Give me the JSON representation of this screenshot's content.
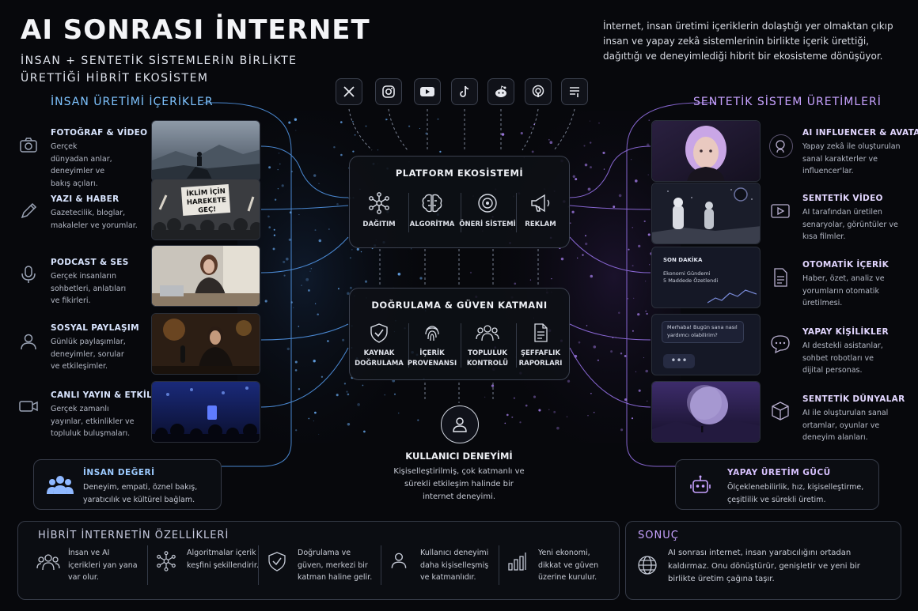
{
  "header": {
    "title": "AI SONRASI İNTERNET",
    "subtitle": "İNSAN + SENTETİK SİSTEMLERİN BİRLİKTE ÜRETTİĞİ HİBRİT EKOSİSTEM",
    "intro": "İnternet, insan üretimi içeriklerin dolaştığı yer olmaktan çıkıp insan ve yapay zekâ sistemlerinin birlikte içerik ürettiği, dağıttığı ve deneyimlediği hibrit bir ekosisteme dönüşüyor."
  },
  "colors": {
    "human_accent": "#7ec3ff",
    "synthetic_accent": "#c7a2ff",
    "background": "#07080c",
    "panel_border": "#3b414f"
  },
  "left": {
    "heading": "İNSAN ÜRETİMİ İÇERİKLER",
    "items": [
      {
        "title": "FOTOĞRAF & VİDEO",
        "desc": "Gerçek dünyadan anlar, deneyimler ve bakış açıları.",
        "icon": "camera-icon"
      },
      {
        "title": "YAZI & HABER",
        "desc": "Gazetecilik, bloglar, makaleler ve yorumlar.",
        "icon": "pencil-icon"
      },
      {
        "title": "PODCAST & SES",
        "desc": "Gerçek insanların sohbetleri, anlatıları ve fikirleri.",
        "icon": "microphone-icon"
      },
      {
        "title": "SOSYAL PAYLAŞIM",
        "desc": "Günlük paylaşımlar, deneyimler, sorular ve etkileşimler.",
        "icon": "person-icon"
      },
      {
        "title": "CANLI YAYIN & ETKİLEŞİM",
        "desc": "Gerçek zamanlı yayınlar, etkinlikler ve topluluk buluşmaları.",
        "icon": "video-camera-icon"
      }
    ],
    "photo_text": "İKLİM İÇİN HAREKETE GEÇ!",
    "value": {
      "title": "İNSAN DEĞERİ",
      "desc": "Deneyim, empati, öznel bakış, yaratıcılık ve kültürel bağlam.",
      "icon": "group-icon"
    }
  },
  "right": {
    "heading": "SENTETİK SİSTEM ÜRETİMLERİ",
    "items": [
      {
        "title": "AI INFLUENCER & AVATAR",
        "desc": "Yapay zekâ ile oluşturulan sanal karakterler ve influencer'lar.",
        "icon": "avatar-icon"
      },
      {
        "title": "SENTETİK VİDEO",
        "desc": "AI tarafından üretilen senaryolar, görüntüler ve kısa filmler.",
        "icon": "play-icon"
      },
      {
        "title": "OTOMATİK İÇERİK",
        "desc": "Haber, özet, analiz ve yorumların otomatik üretilmesi.",
        "icon": "document-icon"
      },
      {
        "title": "YAPAY KİŞİLİKLER",
        "desc": "AI destekli asistanlar, sohbet robotları ve dijital personas.",
        "icon": "chat-icon"
      },
      {
        "title": "SENTETİK DÜNYALAR",
        "desc": "AI ile oluşturulan sanal ortamlar, oyunlar ve deneyim alanları.",
        "icon": "cube-icon"
      }
    ],
    "news_card": {
      "tag": "SON DAKİKA",
      "line1": "Ekonomi Gündemi",
      "line2": "5 Maddede Özetlendi"
    },
    "chat_card": {
      "text": "Merhaba! Bugün sana nasıl yardımcı olabilirim?",
      "dots": "•••"
    },
    "power": {
      "title": "YAPAY ÜRETİM GÜCÜ",
      "desc": "Ölçeklenebilirlik, hız, kişiselleştirme, çeşitlilik ve sürekli üretim.",
      "icon": "robot-icon"
    }
  },
  "socials": [
    "x-icon",
    "instagram-icon",
    "youtube-icon",
    "tiktok-icon",
    "reddit-icon",
    "podcast-icon",
    "feed-icon"
  ],
  "platform": {
    "title": "PLATFORM EKOSİSTEMİ",
    "cells": [
      {
        "label": "DAĞITIM",
        "icon": "network-icon"
      },
      {
        "label": "ALGORİTMA",
        "icon": "brain-icon"
      },
      {
        "label": "ÖNERİ SİSTEMİ",
        "icon": "target-icon"
      },
      {
        "label": "REKLAM",
        "icon": "megaphone-icon"
      }
    ]
  },
  "trust": {
    "title": "DOĞRULAMA & GÜVEN KATMANI",
    "cells": [
      {
        "label1": "KAYNAK",
        "label2": "DOĞRULAMA",
        "icon": "shield-check-icon"
      },
      {
        "label1": "İÇERİK",
        "label2": "PROVENANSI",
        "icon": "fingerprint-icon"
      },
      {
        "label1": "TOPLULUK",
        "label2": "KONTROLÜ",
        "icon": "community-icon"
      },
      {
        "label1": "ŞEFFAFLIK",
        "label2": "RAPORLARI",
        "icon": "report-icon"
      }
    ]
  },
  "ux": {
    "title": "KULLANICI DENEYİMİ",
    "desc": "Kişiselleştirilmiş, çok katmanlı ve sürekli etkileşim halinde bir internet deneyimi.",
    "icon": "user-icon"
  },
  "features": {
    "heading": "HİBRİT İNTERNETİN ÖZELLİKLERİ",
    "items": [
      {
        "text": "İnsan ve AI içerikleri yan yana var olur.",
        "icon": "people-icon"
      },
      {
        "text": "Algoritmalar içerik keşfini şekillendirir.",
        "icon": "network-icon"
      },
      {
        "text": "Doğrulama ve güven, merkezi bir katman haline gelir.",
        "icon": "shield-check-icon"
      },
      {
        "text": "Kullanıcı deneyimi daha kişiselleşmiş ve katmanlıdır.",
        "icon": "user-icon"
      },
      {
        "text": "Yeni ekonomi, dikkat ve güven üzerine kurulur.",
        "icon": "bar-chart-icon"
      }
    ]
  },
  "conclusion": {
    "heading": "SONUÇ",
    "text": "AI sonrası internet, insan yaratıcılığını ortadan kaldırmaz. Onu dönüştürür, genişletir ve yeni bir birlikte üretim çağına taşır.",
    "icon": "globe-icon"
  }
}
